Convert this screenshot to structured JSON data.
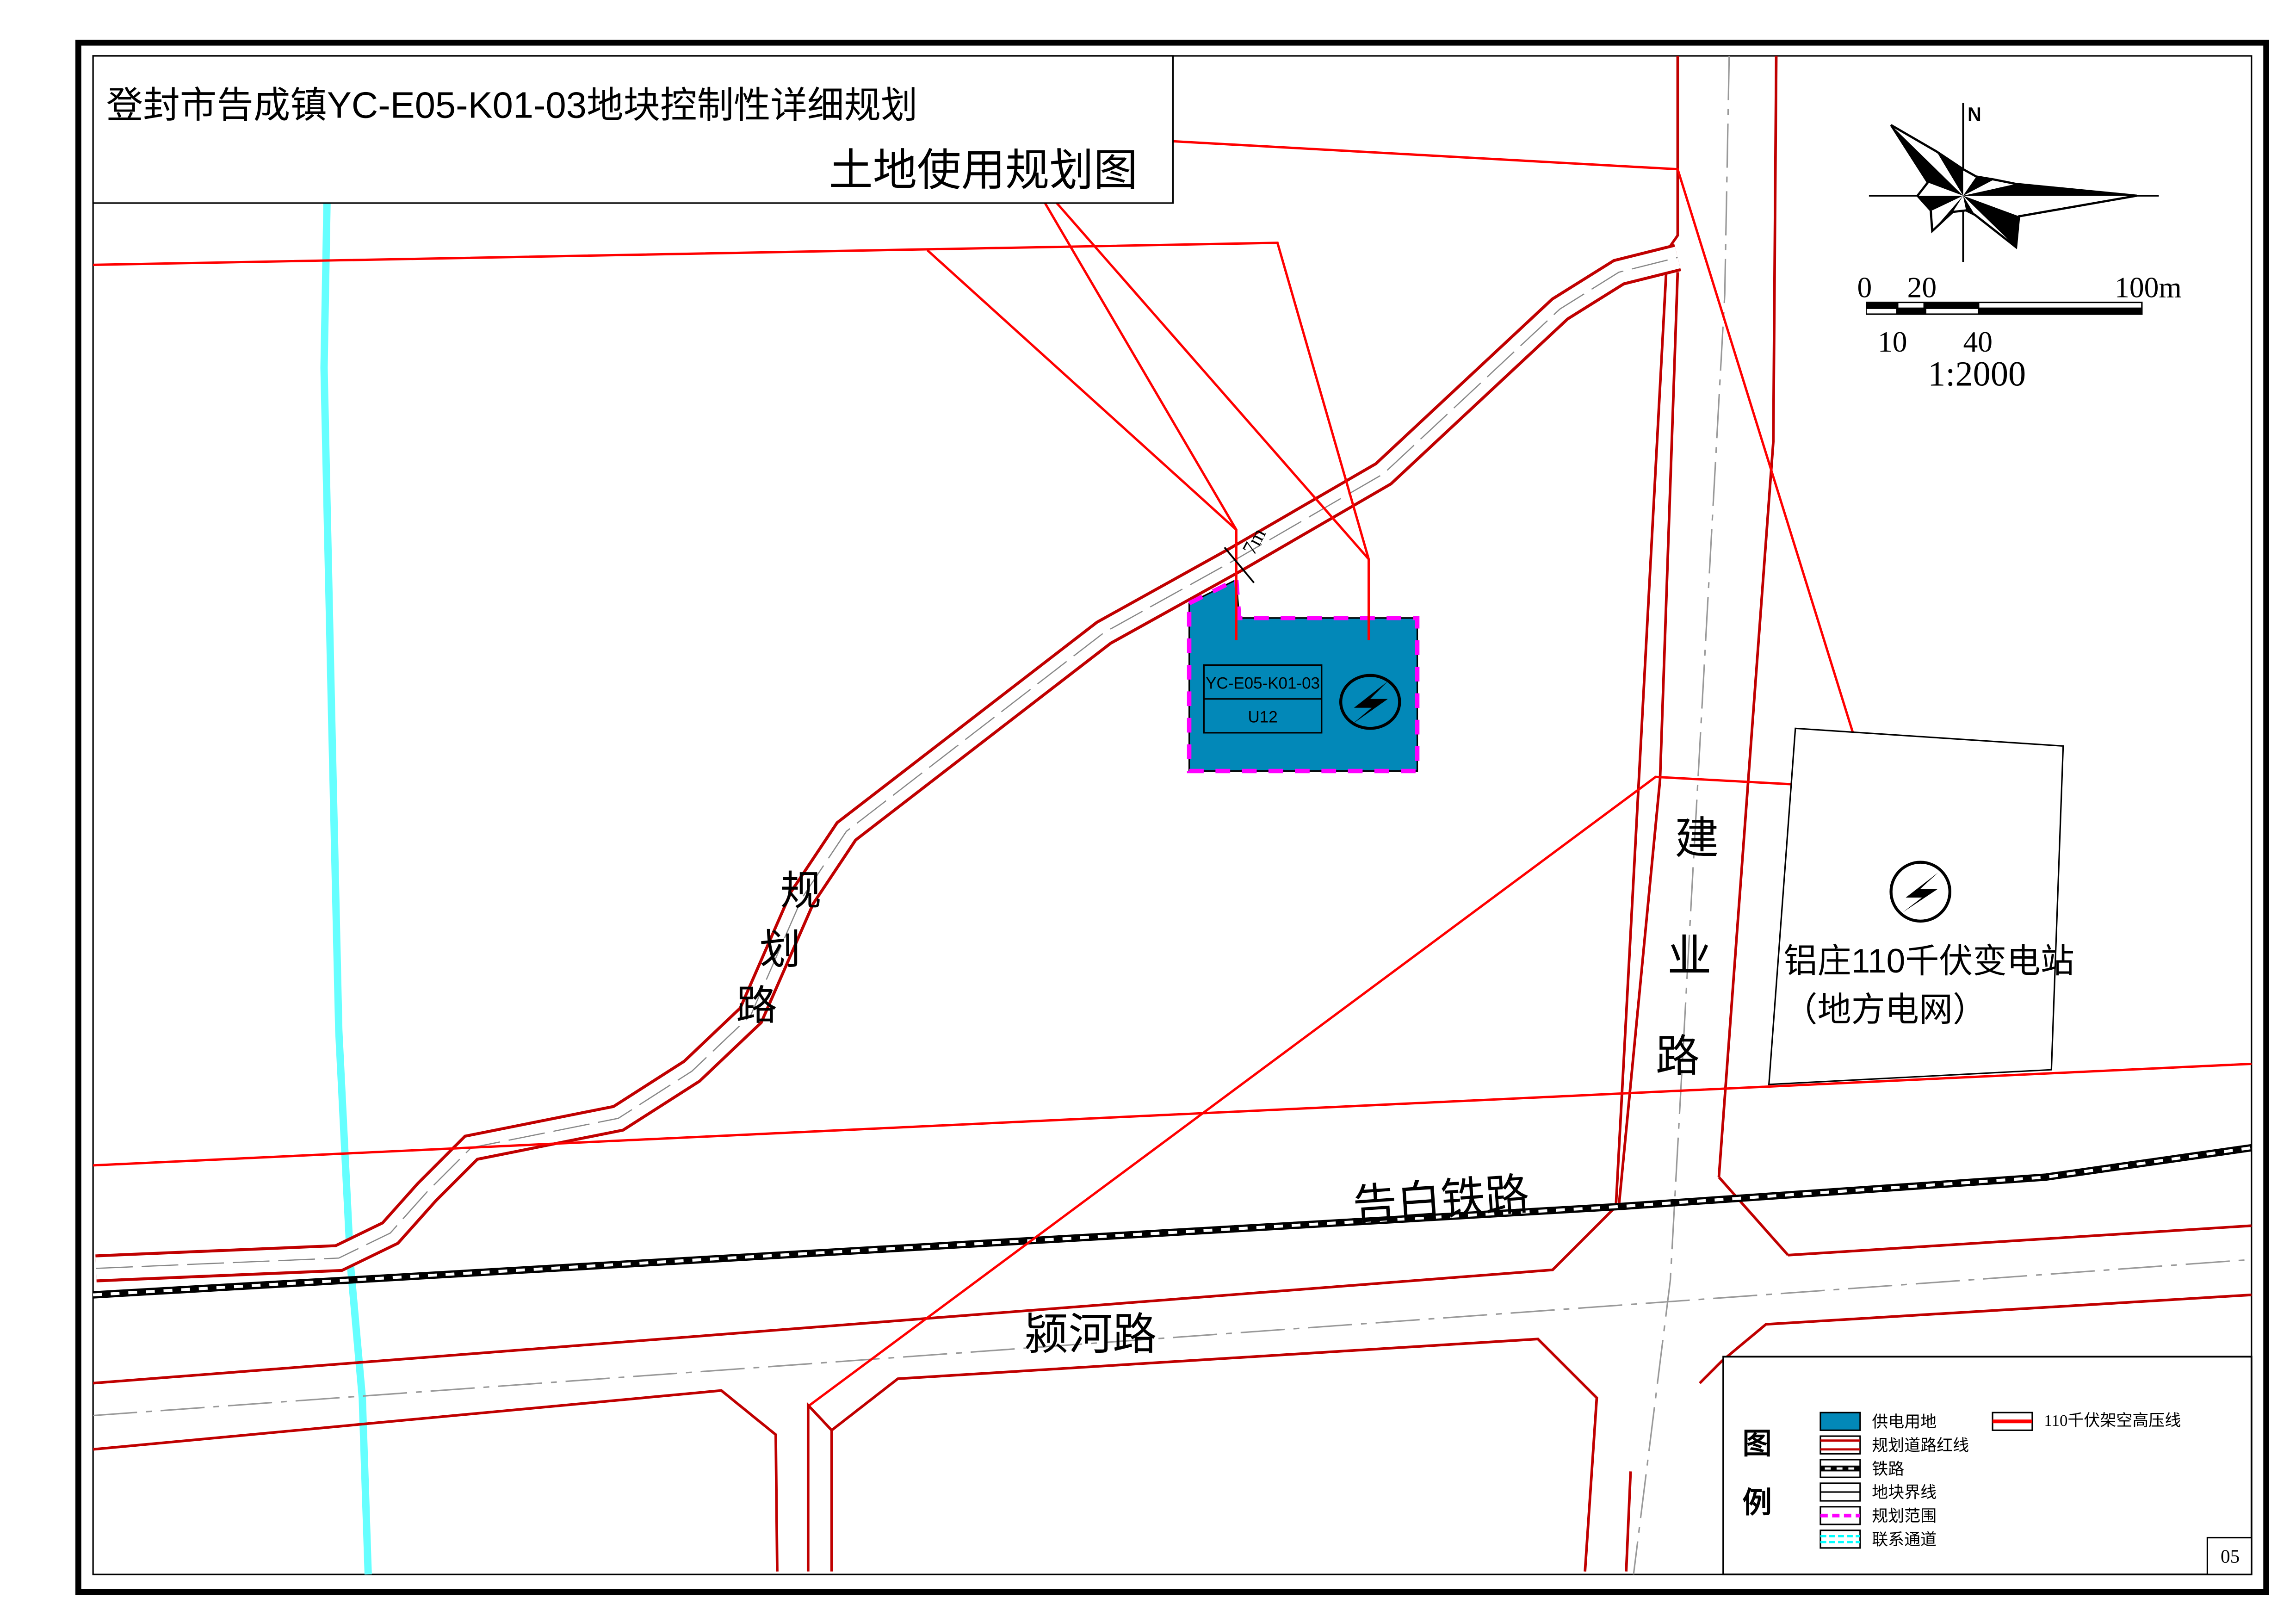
{
  "title": {
    "main": "登封市告成镇YC-E05-K01-03地块控制性详细规划",
    "sub": "土地使用规划图"
  },
  "roads": {
    "planned_road": [
      "规",
      "划",
      "路"
    ],
    "jianye_road": [
      "建",
      "业",
      "路"
    ],
    "railway": "告白铁路",
    "yinghe_road": "颍河路",
    "width_label": "7m"
  },
  "parcel": {
    "code": "YC-E05-K01-03",
    "land_use": "U12",
    "fill_color": "#0288b8",
    "boundary_color": "#ff00ff"
  },
  "substation": {
    "name": "铝庄110千伏变电站",
    "note": "（地方电网）"
  },
  "compass": {
    "north_label": "N"
  },
  "scale_bar": {
    "top_labels": [
      "0",
      "20",
      "100m"
    ],
    "bottom_labels": [
      "10",
      "40"
    ],
    "ratio": "1:2000"
  },
  "legend": {
    "title": [
      "图",
      "例"
    ],
    "items": [
      {
        "label": "供电用地",
        "symbol": "power-land"
      },
      {
        "label": "规划道路红线",
        "symbol": "road-red-line"
      },
      {
        "label": "铁路",
        "symbol": "railway"
      },
      {
        "label": "地块界线",
        "symbol": "parcel-boundary"
      },
      {
        "label": "规划范围",
        "symbol": "planning-scope"
      },
      {
        "label": "联系通道",
        "symbol": "connection-channel"
      },
      {
        "label": "110千伏架空高压线",
        "symbol": "hv-line"
      }
    ]
  },
  "sheet_number": "05",
  "colors": {
    "road_red": "#c00000",
    "hv_line": "#ff0000",
    "channel": "#66ffff",
    "magenta": "#ff00ff"
  }
}
